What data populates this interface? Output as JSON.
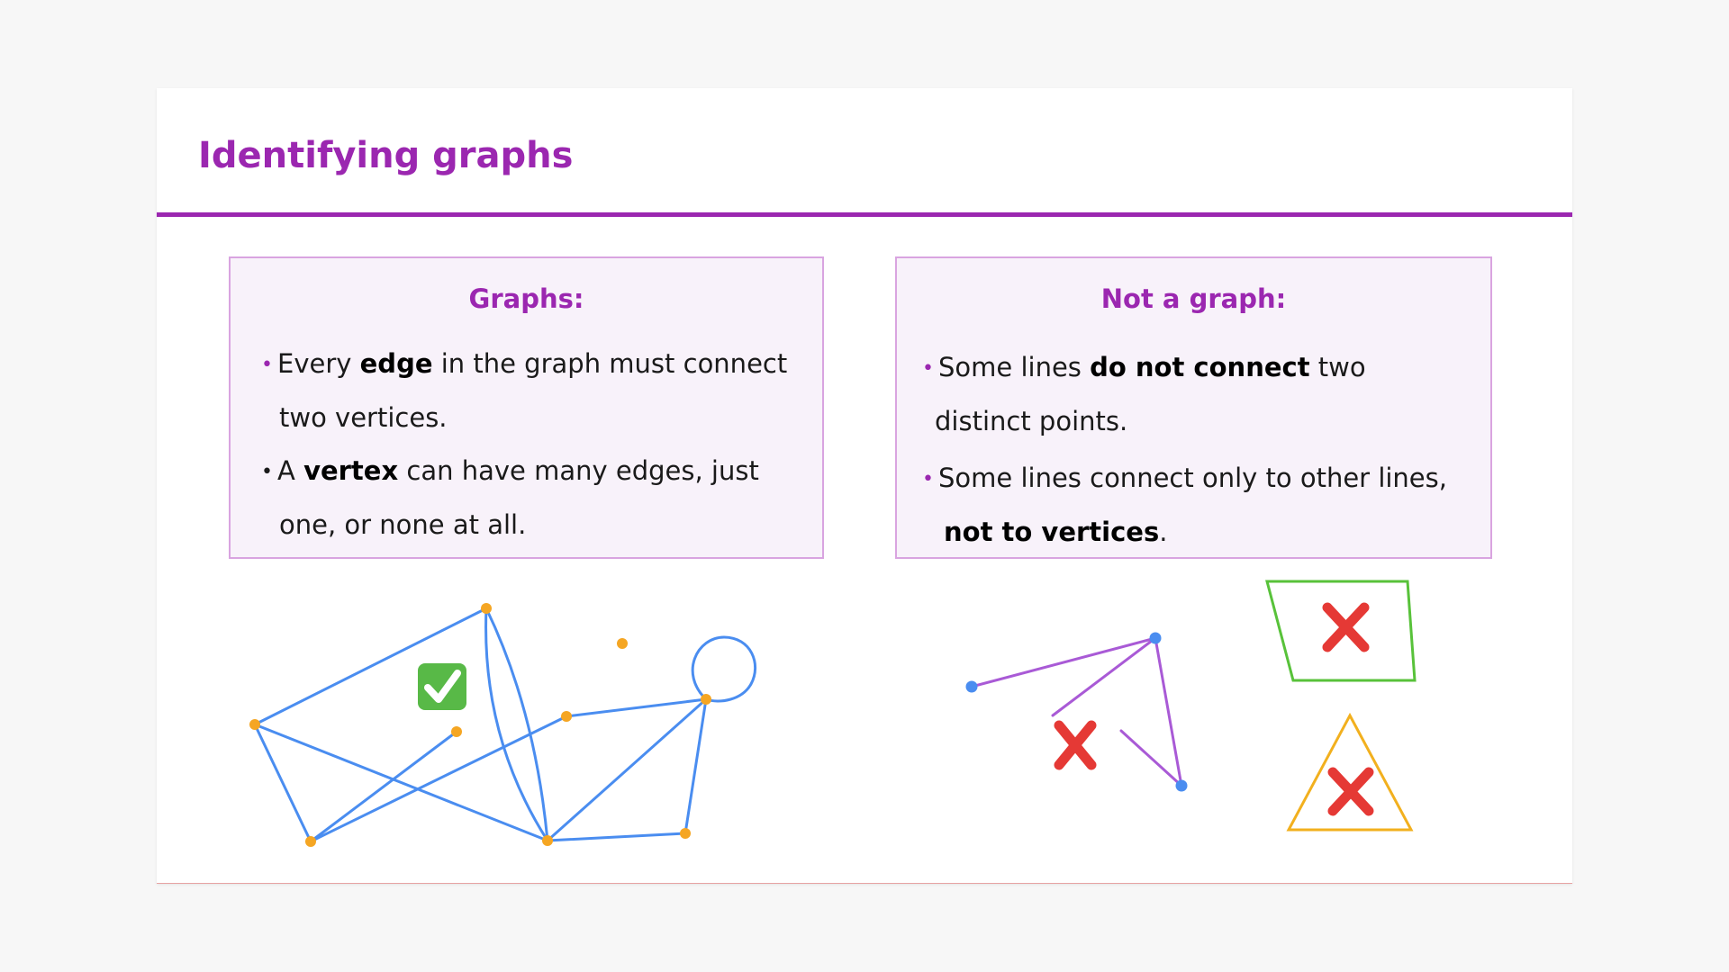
{
  "slide": {
    "title": "Identifying graphs"
  },
  "graphs_box": {
    "heading": "Graphs:",
    "bullet1": {
      "pre": "Every ",
      "bold": "edge",
      "post": " in the graph must connect",
      "line2": "two vertices."
    },
    "bullet2": {
      "pre": "A ",
      "bold": "vertex",
      "post": " can have many edges, just",
      "line2": "one, or none at all."
    }
  },
  "not_graph_box": {
    "heading": "Not a graph:",
    "bullet1": {
      "pre": "Some lines ",
      "bold": "do not connect",
      "post": " two",
      "line2": "distinct points."
    },
    "bullet2": {
      "pre": "Some lines connect only to other lines,",
      "line2_bold": "not to vertices",
      "line2_post": "."
    }
  },
  "icons": {
    "check": "check-mark-icon",
    "cross": "cross-mark-icon"
  },
  "colors": {
    "accent": "#9b27b0",
    "edge_blue": "#4a8df0",
    "vertex_orange": "#f5a623",
    "vertex_blue": "#4a8df0",
    "edge_purple": "#a95ad6",
    "shape_green": "#58c23a",
    "shape_orange": "#f2b01e",
    "cross_red": "#e53935"
  }
}
